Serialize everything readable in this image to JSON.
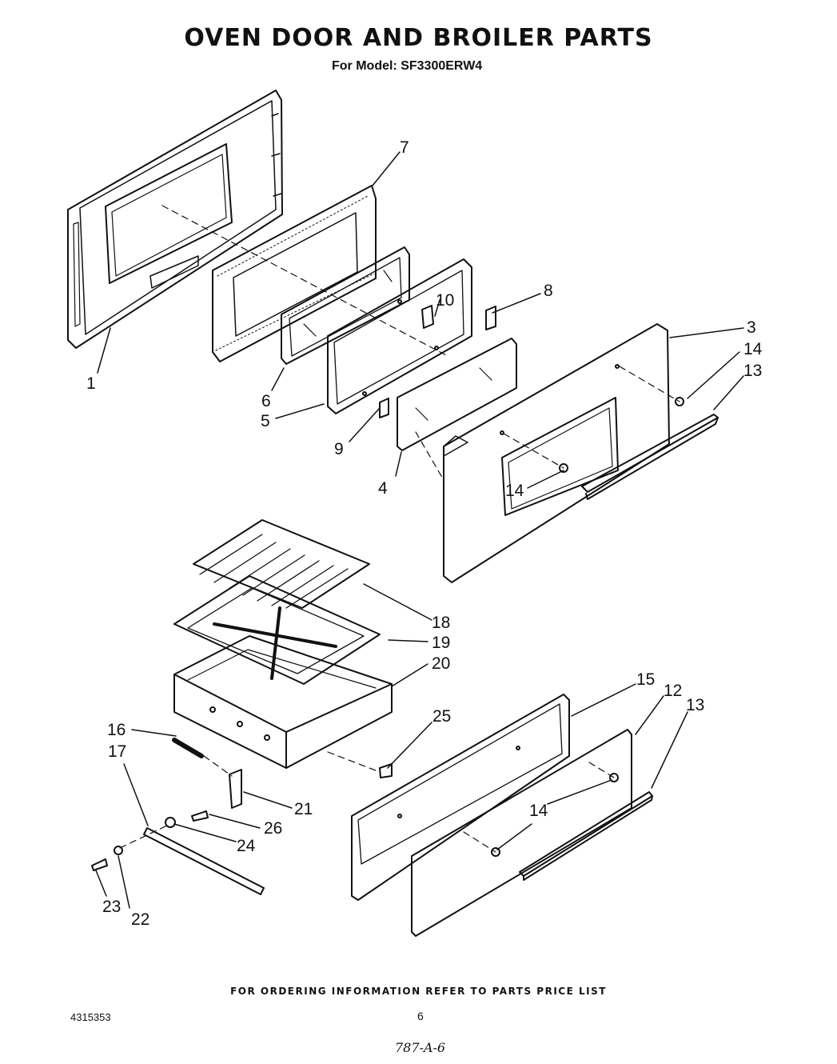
{
  "title": "OVEN DOOR AND BROILER PARTS",
  "subtitle": "For Model: SF3300ERW4",
  "footer_note": "FOR ORDERING INFORMATION REFER TO PARTS PRICE LIST",
  "document_number": "4315353",
  "page_number": "6",
  "handwritten_code": "787-A-6",
  "part_labels": {
    "p1": "1",
    "p3": "3",
    "p4": "4",
    "p5": "5",
    "p6": "6",
    "p7": "7",
    "p8": "8",
    "p9": "9",
    "p10": "10",
    "p12": "12",
    "p13a": "13",
    "p13b": "13",
    "p14a": "14",
    "p14b": "14",
    "p14c": "14",
    "p15": "15",
    "p16": "16",
    "p17": "17",
    "p18": "18",
    "p19": "19",
    "p20": "20",
    "p21": "21",
    "p22": "22",
    "p23": "23",
    "p24": "24",
    "p25": "25",
    "p26": "26"
  }
}
